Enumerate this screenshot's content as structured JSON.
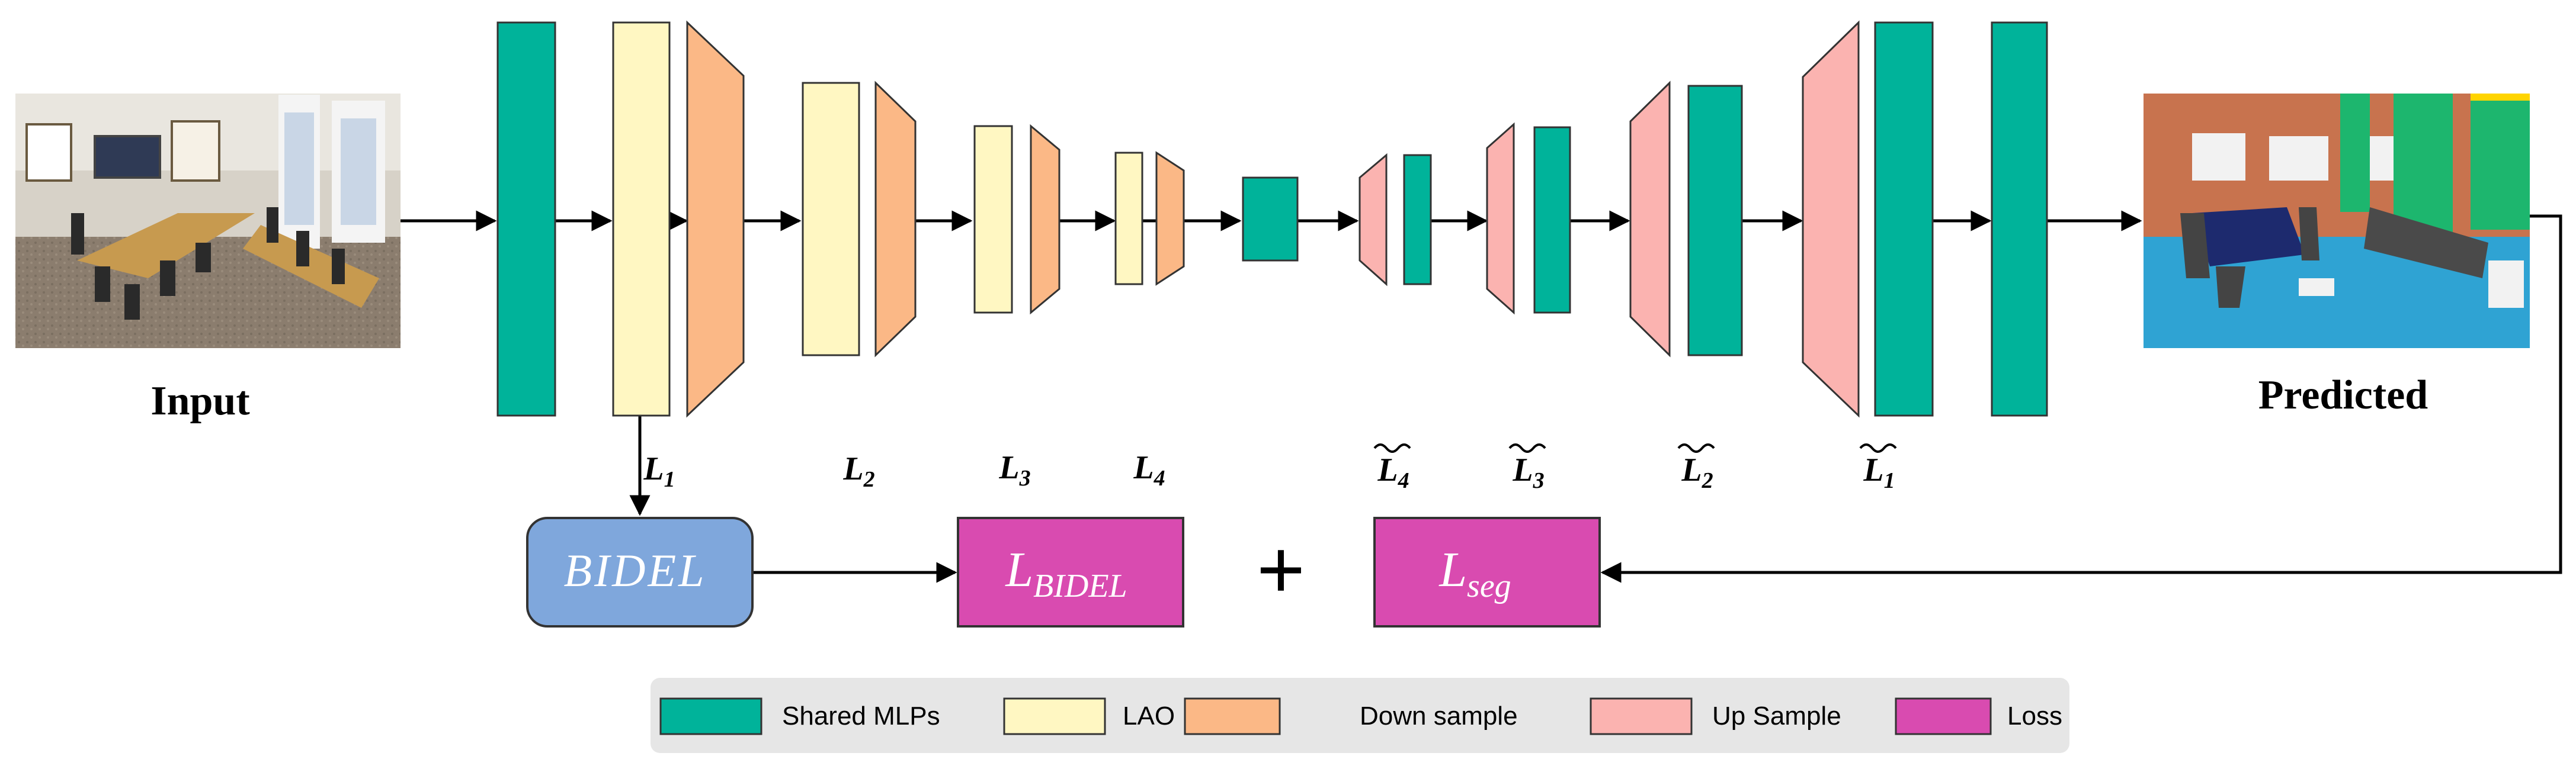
{
  "labels": {
    "input": "Input",
    "predicted": "Predicted",
    "bidel": "BIDEL",
    "plus": "+",
    "loss_bidel_main": "L",
    "loss_bidel_sub": "BIDEL",
    "loss_seg_main": "L",
    "loss_seg_sub": "seg"
  },
  "layer_labels": {
    "l1": "1",
    "l2": "2",
    "l3": "3",
    "l4": "4",
    "l4t": "4",
    "l3t": "3",
    "l2t": "2",
    "l1t": "1",
    "letter": "L"
  },
  "legend": {
    "shared": "Shared MLPs",
    "lao": "LAO",
    "down": "Down sample",
    "up": "Up Sample",
    "loss": "Loss"
  },
  "colors": {
    "shared_mlps": "#00b39a",
    "lao": "#fff7c2",
    "down_sample": "#fbb886",
    "up_sample": "#fbb3b0",
    "loss": "#d94bb0",
    "bidel": "#7fa7dc",
    "legend_bg": "#e6e6e6"
  }
}
